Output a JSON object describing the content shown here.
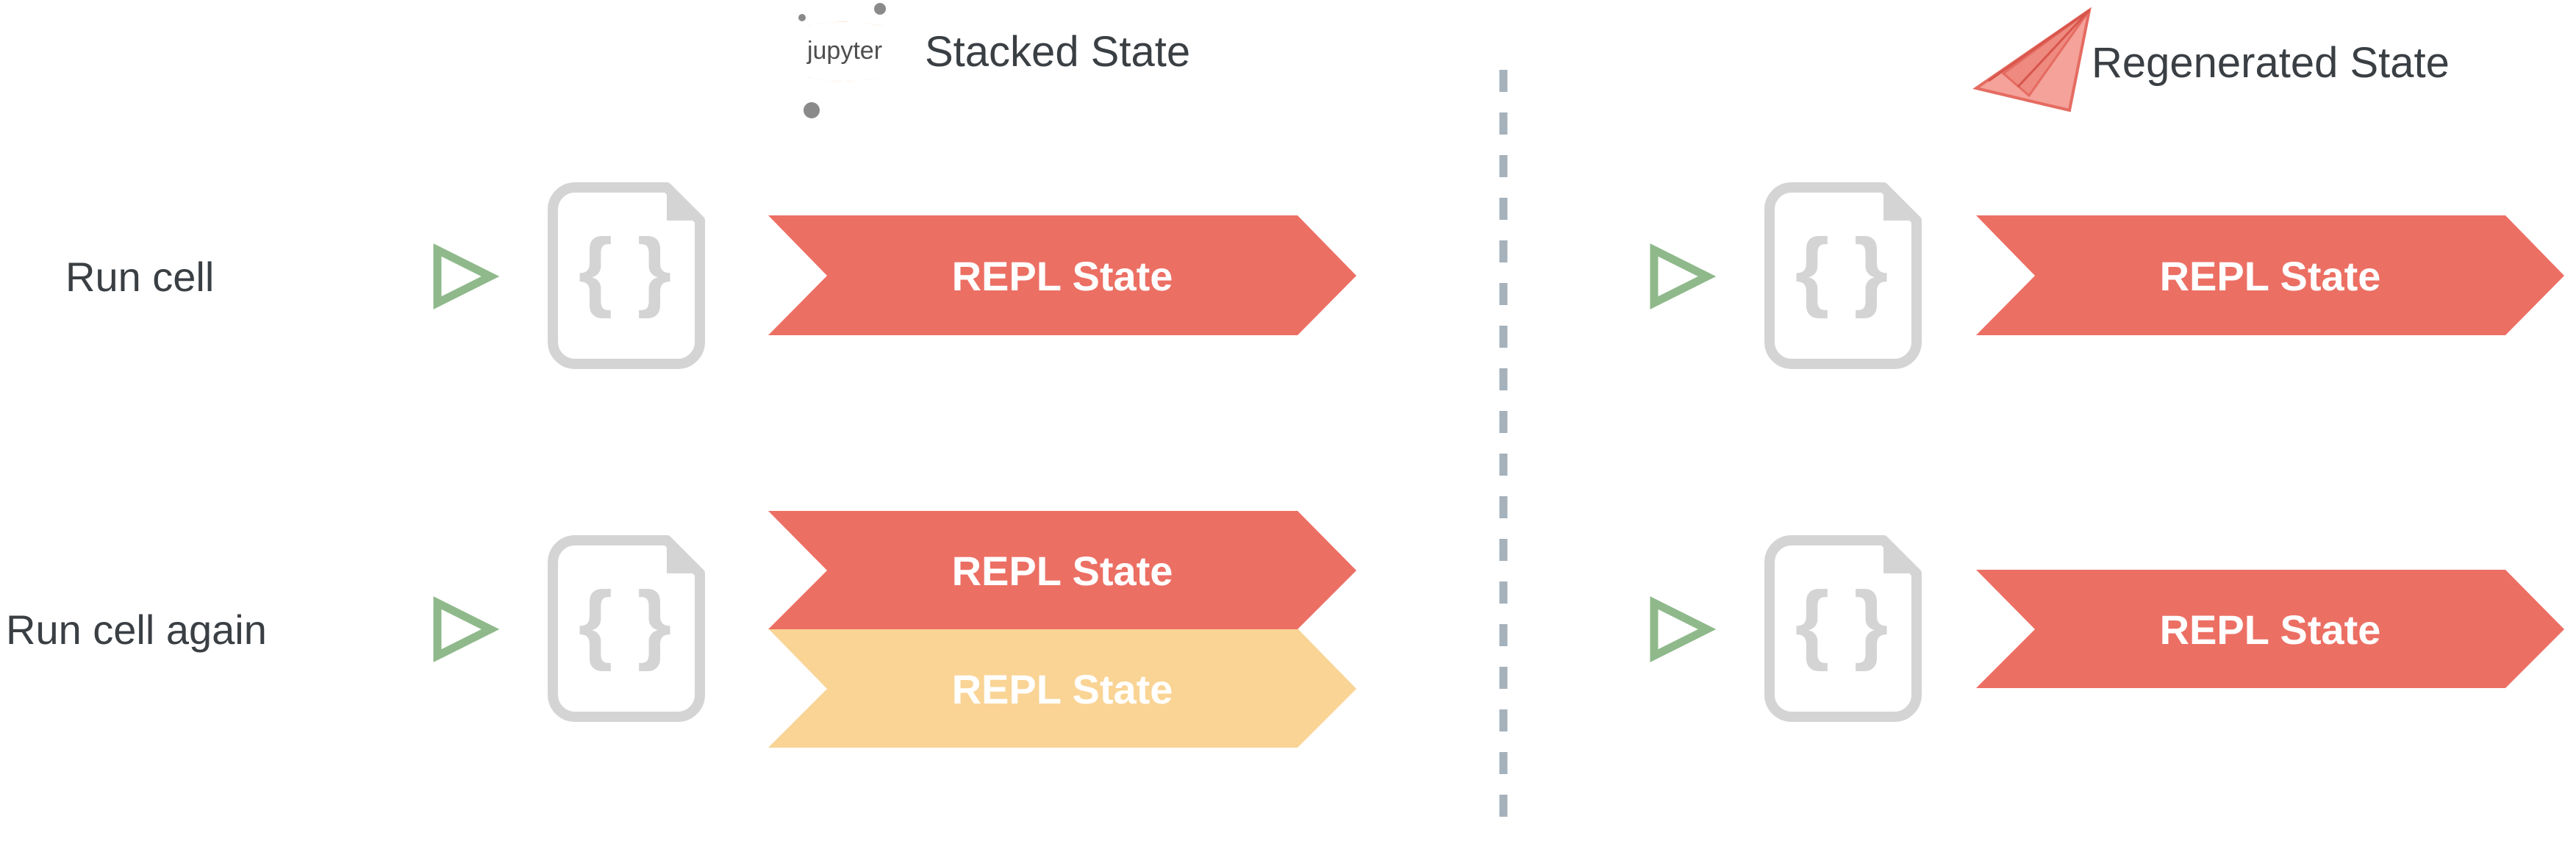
{
  "headers": {
    "left": {
      "title": "Stacked State",
      "logo_text": "jupyter",
      "icon": "jupyter-logo"
    },
    "right": {
      "title": "Regenerated State",
      "icon": "paper-plane-logo"
    }
  },
  "rows": [
    {
      "label": "Run cell"
    },
    {
      "label": "Run cell again"
    }
  ],
  "panels": {
    "stacked": {
      "row1": [
        "REPL State"
      ],
      "row2": [
        "REPL State",
        "REPL State"
      ]
    },
    "regenerated": {
      "row1": [
        "REPL State"
      ],
      "row2": [
        "REPL State"
      ]
    }
  },
  "colors": {
    "state_current": "#ec6f64",
    "state_stale": "#f9d495",
    "play": "#8fb98b",
    "file": "#d4d4d4",
    "divider": "#a5b1bb",
    "text": "#3a3f44",
    "jupyter_orange": "#f37726",
    "jupyter_gray": "#8a8a8a"
  },
  "icons": {
    "play": "play-icon",
    "file": "code-file-icon"
  }
}
